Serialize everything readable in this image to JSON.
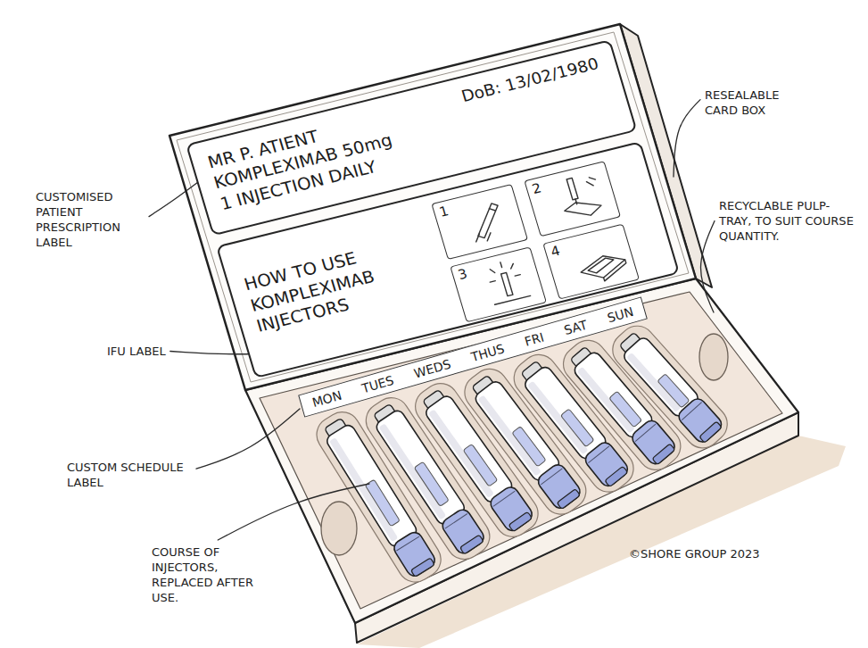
{
  "diagram": {
    "nodes": [
      {
        "text": [
          "MR P. ATIENT",
          "KOMPLEXIMAB 50mg",
          "1 INJECTION DAILY",
          "DoB: 13/02/1980"
        ]
      },
      {
        "text": [
          "HOW TO USE KOMPLEXIMAB INJECTORS"
        ]
      },
      {
        "text": [
          "1"
        ],
        "in": 1
      },
      {
        "text": [
          "2"
        ],
        "in": 1
      },
      {
        "text": [
          "3"
        ],
        "in": 1
      },
      {
        "text": [
          "4"
        ],
        "in": 1
      },
      {
        "text": [
          "MON",
          "TUES",
          "WEDS",
          "THUS",
          "FRI",
          "SAT",
          "SUN"
        ]
      }
    ],
    "labels": [
      "CUSTOMISED PATIENT PRESCRIPTION LABEL",
      "RESEALABLE CARD BOX",
      "RECYCLABLE PULP-TRAY, TO SUIT COURSE QUANTITY.",
      "IFU LABEL",
      "CUSTOM SCHEDULE LABEL",
      "COURSE OF INJECTORS, REPLACED AFTER USE.",
      "©SHORE GROUP 2023"
    ]
  }
}
